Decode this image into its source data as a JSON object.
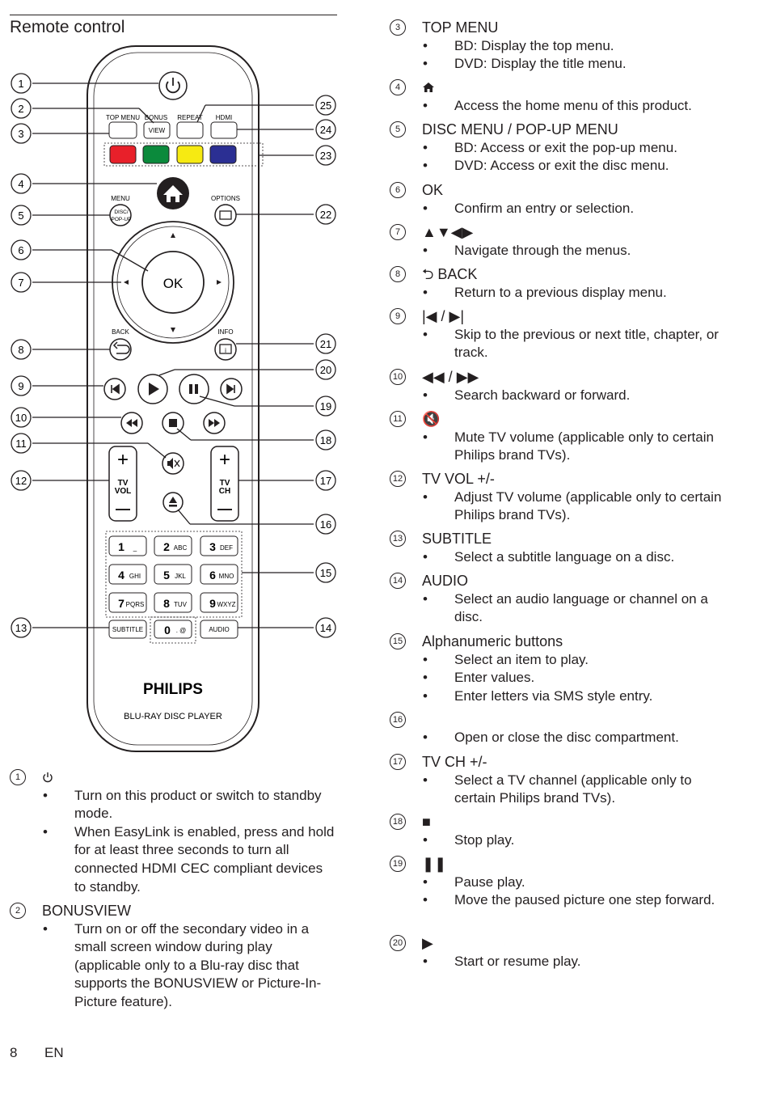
{
  "page": {
    "title": "Remote control",
    "page_number": "8",
    "language": "EN"
  },
  "remote": {
    "brand": "PHILIPS",
    "model": "BLU-RAY DISC PLAYER",
    "labels": {
      "top_menu": "TOP MENU",
      "bonus": "BONUS",
      "view": "VIEW",
      "repeat": "REPEAT",
      "hdmi": "HDMI",
      "menu": "MENU",
      "disc": "DISC/",
      "popup": "POP-UP",
      "options": "OPTIONS",
      "ok": "OK",
      "back": "BACK",
      "info": "INFO",
      "tv": "TV",
      "vol": "VOL",
      "ch": "CH",
      "subtitle": "SUBTITLE",
      "audio": "AUDIO",
      "keys": [
        [
          "1",
          "_"
        ],
        [
          "2",
          "ABC"
        ],
        [
          "3",
          "DEF"
        ],
        [
          "4",
          "GHI"
        ],
        [
          "5",
          "JKL"
        ],
        [
          "6",
          "MNO"
        ],
        [
          "7",
          "PQRS"
        ],
        [
          "8",
          "TUV"
        ],
        [
          "9",
          "WXYZ"
        ]
      ],
      "key0": [
        "0",
        ". @"
      ]
    },
    "callouts": [
      "1",
      "2",
      "3",
      "4",
      "5",
      "6",
      "7",
      "8",
      "9",
      "10",
      "11",
      "12",
      "13",
      "14",
      "15",
      "16",
      "17",
      "18",
      "19",
      "20",
      "21",
      "22",
      "23",
      "24",
      "25"
    ],
    "colors": {
      "red": "#e8202a",
      "green": "#0b8a3c",
      "yellow": "#f6ea12",
      "blue": "#2b2f93"
    }
  },
  "entries": [
    {
      "num": "1",
      "head_icon": "power-icon",
      "heading": "⏻",
      "items": [
        "Turn on this product or switch to standby mode.",
        "When EasyLink is enabled, press and hold for at least three seconds to turn all connected HDMI CEC compliant devices to standby."
      ]
    },
    {
      "num": "2",
      "heading": "BONUSVIEW",
      "items": [
        "Turn on or off the secondary video in a small screen window during play (applicable only to a Blu-ray disc that supports the BONUSVIEW or Picture-In-Picture feature)."
      ]
    },
    {
      "num": "3",
      "heading": "TOP MENU",
      "items": [
        {
          "label": "BD",
          "text": ": Display the top menu."
        },
        {
          "label": "DVD",
          "text": ": Display the title menu."
        }
      ]
    },
    {
      "num": "4",
      "head_icon": "home-icon",
      "heading": "",
      "items": [
        "Access the home menu of this product."
      ]
    },
    {
      "num": "5",
      "heading": "DISC MENU / POP-UP MENU",
      "items": [
        {
          "label": "BD",
          "text": ": Access or exit the pop-up menu."
        },
        {
          "label": "DVD",
          "text": ": Access or exit the disc menu."
        }
      ]
    },
    {
      "num": "6",
      "heading": "OK",
      "items": [
        "Confirm an entry or selection."
      ]
    },
    {
      "num": "7",
      "heading": "▲▼◀▶",
      "items": [
        "Navigate through the menus."
      ]
    },
    {
      "num": "8",
      "heading": "⮌ BACK",
      "items": [
        "Return to a previous display menu."
      ]
    },
    {
      "num": "9",
      "heading": "|◀ / ▶|",
      "items": [
        "Skip to the previous or next title, chapter, or track."
      ]
    },
    {
      "num": "10",
      "heading": "◀◀ / ▶▶",
      "items": [
        "Search backward or forward."
      ]
    },
    {
      "num": "11",
      "heading": "🔇",
      "items": [
        "Mute TV volume (applicable only to certain Philips brand TVs)."
      ]
    },
    {
      "num": "12",
      "heading": "TV VOL +/-",
      "items": [
        "Adjust TV volume (applicable only to certain Philips brand TVs)."
      ]
    },
    {
      "num": "13",
      "heading": "SUBTITLE",
      "items": [
        "Select a subtitle language on a disc."
      ]
    },
    {
      "num": "14",
      "heading": "AUDIO",
      "items": [
        "Select an audio language or channel on a disc."
      ]
    },
    {
      "num": "15",
      "heading": "Alphanumeric buttons",
      "items": [
        "Select an item to play.",
        "Enter values.",
        "Enter letters via SMS style entry."
      ]
    },
    {
      "num": "16",
      "heading": "",
      "items": [
        "Open or close the disc compartment."
      ]
    },
    {
      "num": "17",
      "heading": "TV CH +/-",
      "items": [
        "Select a TV channel (applicable only to certain Philips brand TVs)."
      ]
    },
    {
      "num": "18",
      "heading": "■",
      "items": [
        "Stop play."
      ]
    },
    {
      "num": "19",
      "heading": "❚❚",
      "items": [
        "Pause play.",
        "Move the paused picture one step forward."
      ]
    },
    {
      "num": "20",
      "heading": "▶",
      "items": [
        "Start or resume play."
      ]
    }
  ]
}
